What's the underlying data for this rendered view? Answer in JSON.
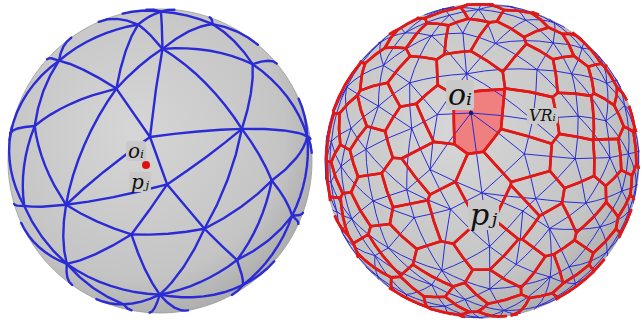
{
  "diagram": {
    "labels": [
      "oᵢ",
      "pⱼ",
      "oᵢ",
      "VRᵢ",
      "pⱼ"
    ]
  }
}
